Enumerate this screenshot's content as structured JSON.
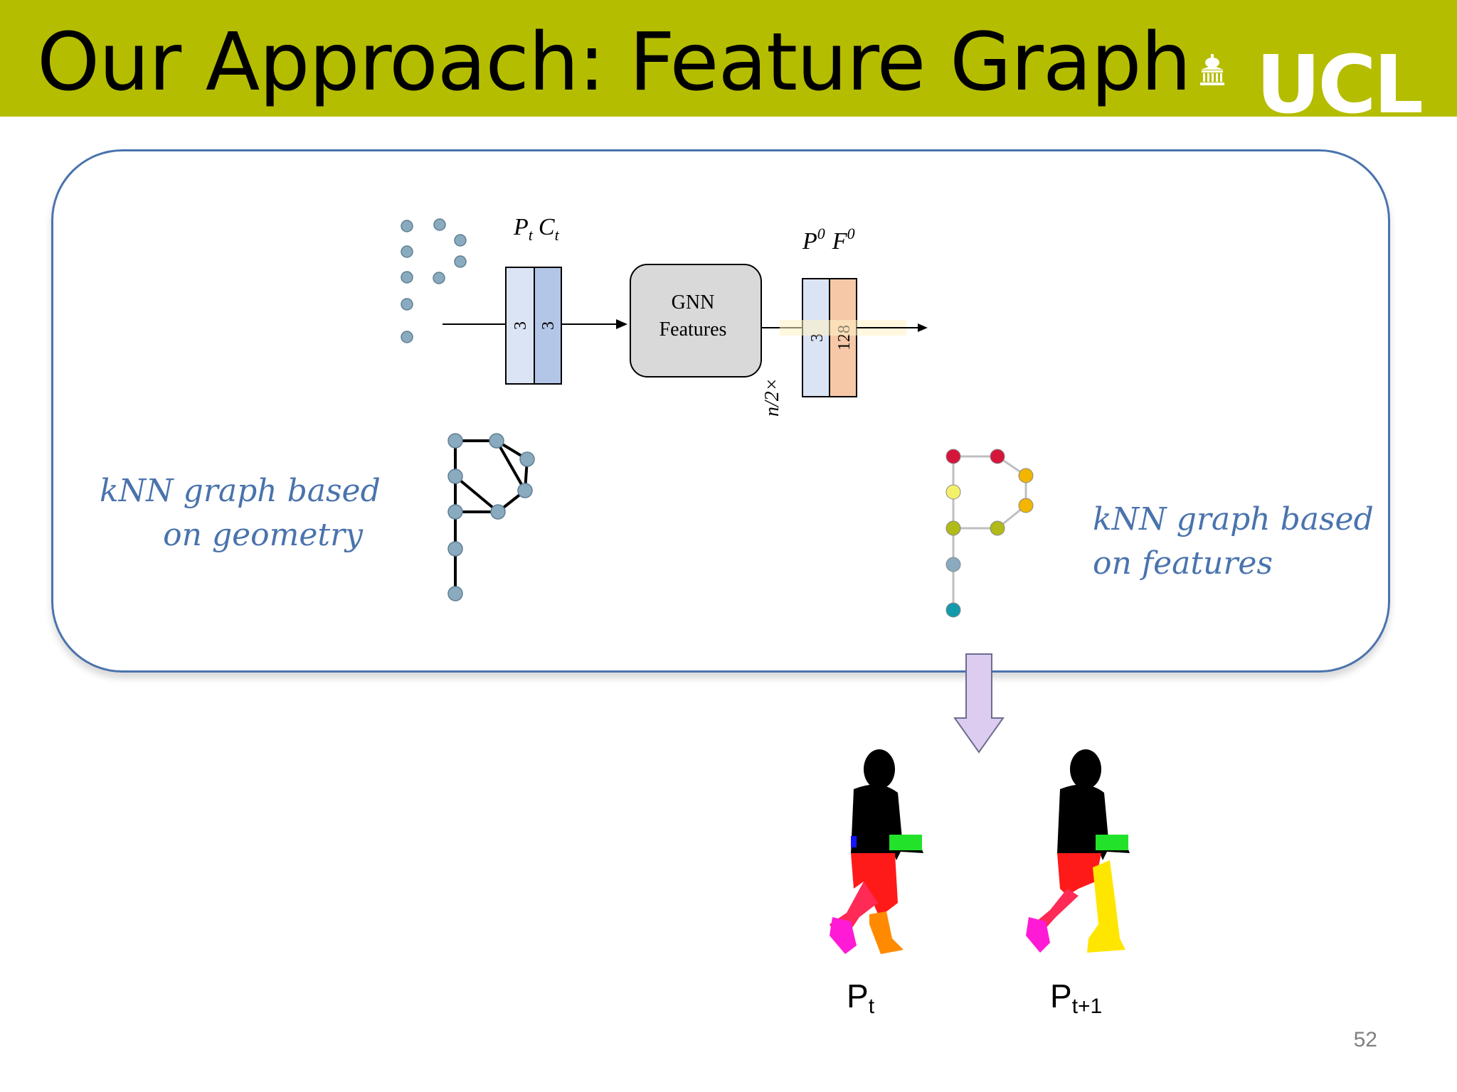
{
  "slide": {
    "title": "Our Approach: Feature Graph",
    "logo": "UCL",
    "page_number": "52"
  },
  "diagram": {
    "input_label_p": "P",
    "input_label_c": "C",
    "input_sub": "t",
    "input_dims": [
      "3",
      "3"
    ],
    "gnn_line1": "GNN",
    "gnn_line2": "Features",
    "repeat_label": "n/2×",
    "output_label_p": "P",
    "output_label_f": "F",
    "output_sup": "0",
    "output_dims": [
      "3",
      "128"
    ]
  },
  "annotations": {
    "left_line1": "kNN graph based",
    "left_line2": "on geometry",
    "right_line1": "kNN graph based",
    "right_line2": "on features"
  },
  "frames": {
    "frame1_base": "P",
    "frame1_sub": "t",
    "frame2_base": "P",
    "frame2_sub": "t+1"
  },
  "colors": {
    "banner": "#b5bd00",
    "panel_border": "#4a73ad",
    "handwriting": "#4a73ad",
    "node_blue": "#8aabbf",
    "input_col1": "#dbe4f4",
    "input_col2": "#b3c6e7",
    "output_col2": "#f6c8a8",
    "gnn_box": "#d9d9d9",
    "arrow_fill": "#dccdf0"
  }
}
